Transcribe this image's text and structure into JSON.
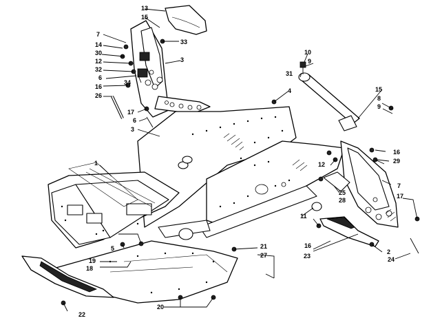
{
  "callouts": {
    "c1": "1",
    "c2": "2",
    "c3a": "3",
    "c3b": "3",
    "c4": "4",
    "c5": "5",
    "c6a": "6",
    "c6b": "6",
    "c7a": "7",
    "c7b": "7",
    "c8": "8",
    "c9a": "9",
    "c9b": "9",
    "c10": "10",
    "c11": "11",
    "c12a": "12",
    "c12b": "12",
    "c13": "13",
    "c14": "14",
    "c15a": "15",
    "c15b": "15",
    "c16a": "16",
    "c16b": "16",
    "c16c": "16",
    "c17a": "17",
    "c17b": "17",
    "c18": "18",
    "c19": "19",
    "c20": "20",
    "c21": "21",
    "c22": "22",
    "c23": "23",
    "c24": "24",
    "c25": "25",
    "c26": "26",
    "c27": "27",
    "c28": "28",
    "c29": "29",
    "c30": "30",
    "c31": "31",
    "c32": "32",
    "c33": "33",
    "c34": "34"
  },
  "colors": {
    "line": "#000000",
    "background": "#ffffff",
    "fill_dark": "#222222"
  }
}
